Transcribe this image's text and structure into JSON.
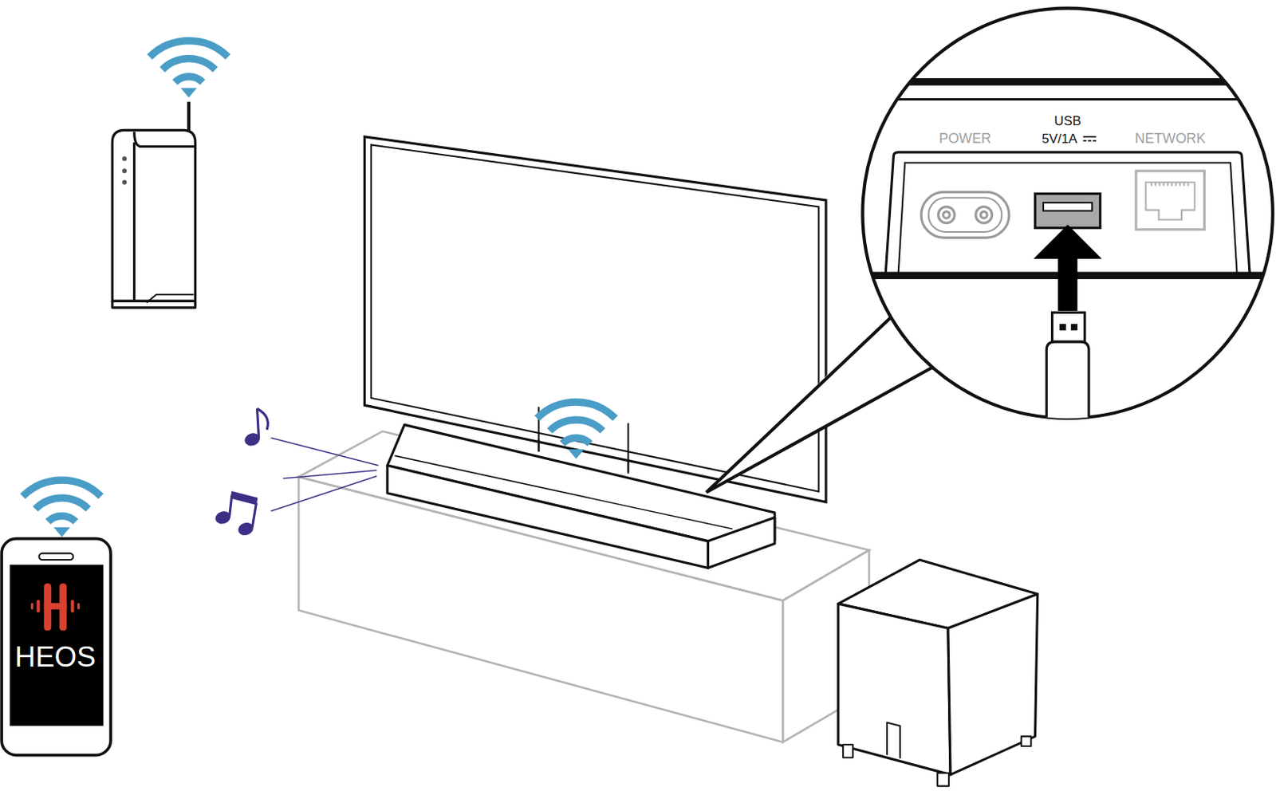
{
  "diagram": {
    "labels": [
      "POWER",
      "USB",
      "5V/1A",
      "NETWORK",
      "HEOS"
    ]
  }
}
